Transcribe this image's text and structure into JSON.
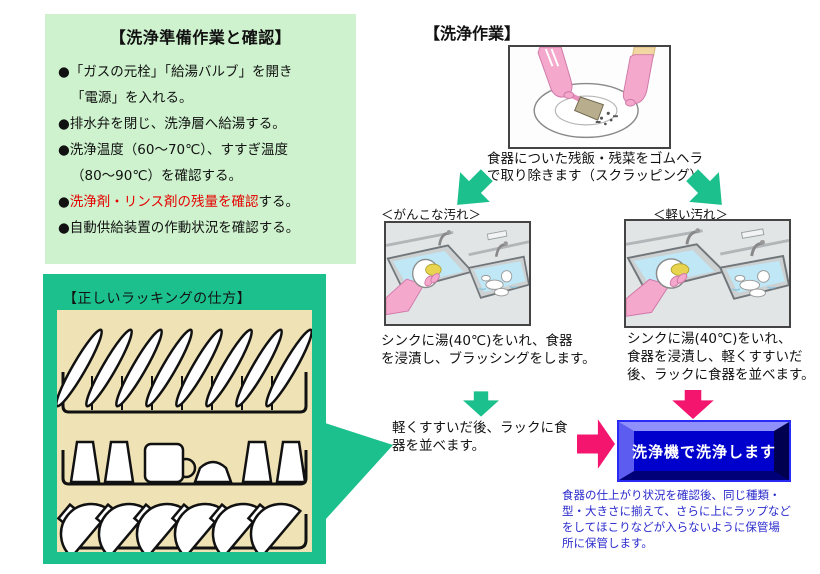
{
  "colors": {
    "panel_green_bg": "#cdf2cd",
    "callout_green": "#1cc08c",
    "arrow_green": "#1cc08c",
    "arrow_pink": "#f4156f",
    "alert_red": "#e60000",
    "note_blue": "#2a2acc",
    "button_face": "#0000cc",
    "button_frame": "#2a2af5",
    "button_text": "#ffffff",
    "rack_paper_bg": "#efe2b4"
  },
  "prep_box": {
    "title": "【洗浄準備作業と確認】",
    "line1": "●「ガスの元栓」「給湯バルブ」を開き",
    "line2": "「電源」を入れる。",
    "line3": "●排水弁を閉じ、洗浄層へ給湯する。",
    "line4": "●洗浄温度（60～70℃）、すすぎ温度",
    "line5": "（80～90℃）を確認する。",
    "line6_bullet": "●",
    "line6_red": "洗浄剤・リンス剤の残量を確認",
    "line6_rest": "する。",
    "line7": "●自動供給装置の作動状況を確認する。"
  },
  "racking_box": {
    "title": "【正しいラッキングの仕方】"
  },
  "wash": {
    "heading": "【洗浄作業】",
    "scrape_caption_1": "食器についた残飯・残菜をゴムヘラ",
    "scrape_caption_2": "で取り除きます（スクラッピング）",
    "label_stubborn": "＜がんこな汚れ＞",
    "label_light": "＜軽い汚れ＞",
    "stubborn_caption_1": "シンクに湯(40℃)をいれ、食器",
    "stubborn_caption_2": "を浸漬し、ブラッシングをします。",
    "light_caption_1": "シンクに湯(40℃)をいれ、",
    "light_caption_2": "食器を浸漬し、軽くすすいだ",
    "light_caption_3": "後、ラックに食器を並べます。",
    "rinse_note_1": "軽くすすいだ後、ラックに食",
    "rinse_note_2": "器を並べます。",
    "button_label": "洗浄機で洗浄します",
    "storage_note_1": "食器の仕上がり状況を確認後、同じ種類・",
    "storage_note_2": "型・大きさに揃えて、さらに上にラップなど",
    "storage_note_3": "をしてほこりなどが入らないように保管場",
    "storage_note_4": "所に保管します。"
  }
}
